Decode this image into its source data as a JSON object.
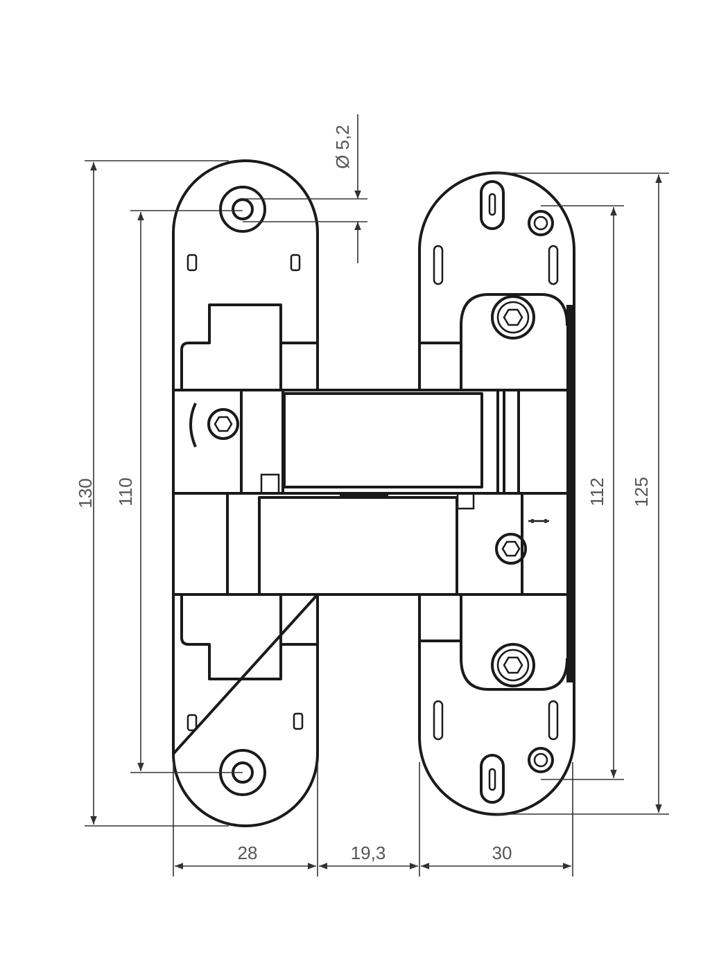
{
  "title": "Concealed hinge dimension drawing",
  "dimensions": {
    "hole_diameter": "Ø 5,2",
    "total_height_left": "130",
    "hole_spacing_left": "110",
    "hole_spacing_right": "112",
    "total_height_right": "125",
    "width_left": "28",
    "gap": "19,3",
    "width_right": "30"
  },
  "colors": {
    "line": "#1a1a1a",
    "dimension": "#555555"
  }
}
